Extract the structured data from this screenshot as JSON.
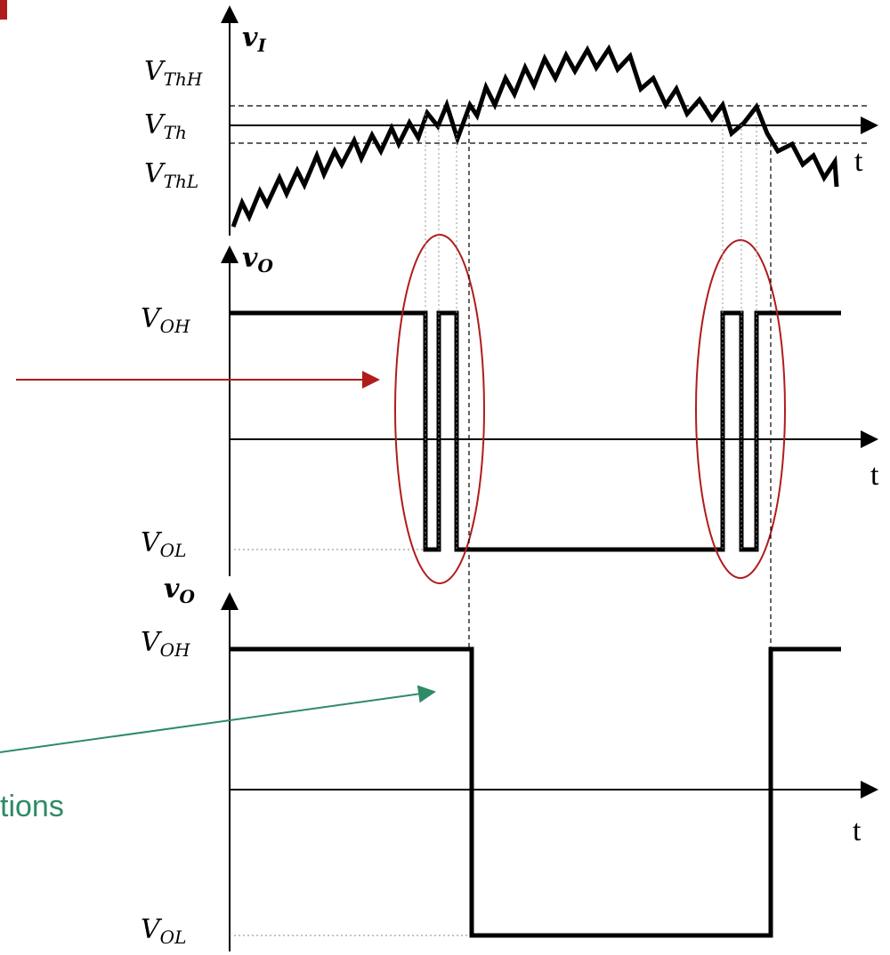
{
  "input_panel": {
    "axis_label": "v",
    "axis_label_sub": "I",
    "time_label": "t",
    "levels": [
      {
        "main": "V",
        "sub": "ThH"
      },
      {
        "main": "V",
        "sub": "Th"
      },
      {
        "main": "V",
        "sub": "ThL"
      }
    ]
  },
  "output_panel_1": {
    "axis_label": "v",
    "axis_label_sub": "O",
    "time_label": "t",
    "high_label": {
      "main": "V",
      "sub": "OH"
    },
    "low_label": {
      "main": "V",
      "sub": "OL"
    }
  },
  "output_panel_2": {
    "axis_label": "v",
    "axis_label_sub": "O",
    "time_label": "t",
    "high_label": {
      "main": "V",
      "sub": "OH"
    },
    "low_label": {
      "main": "V",
      "sub": "OL"
    }
  },
  "annotation": {
    "text": "tions"
  },
  "colors": {
    "signal": "#000000",
    "highlight": "#b01c1c",
    "annotation": "#2e8b66"
  }
}
